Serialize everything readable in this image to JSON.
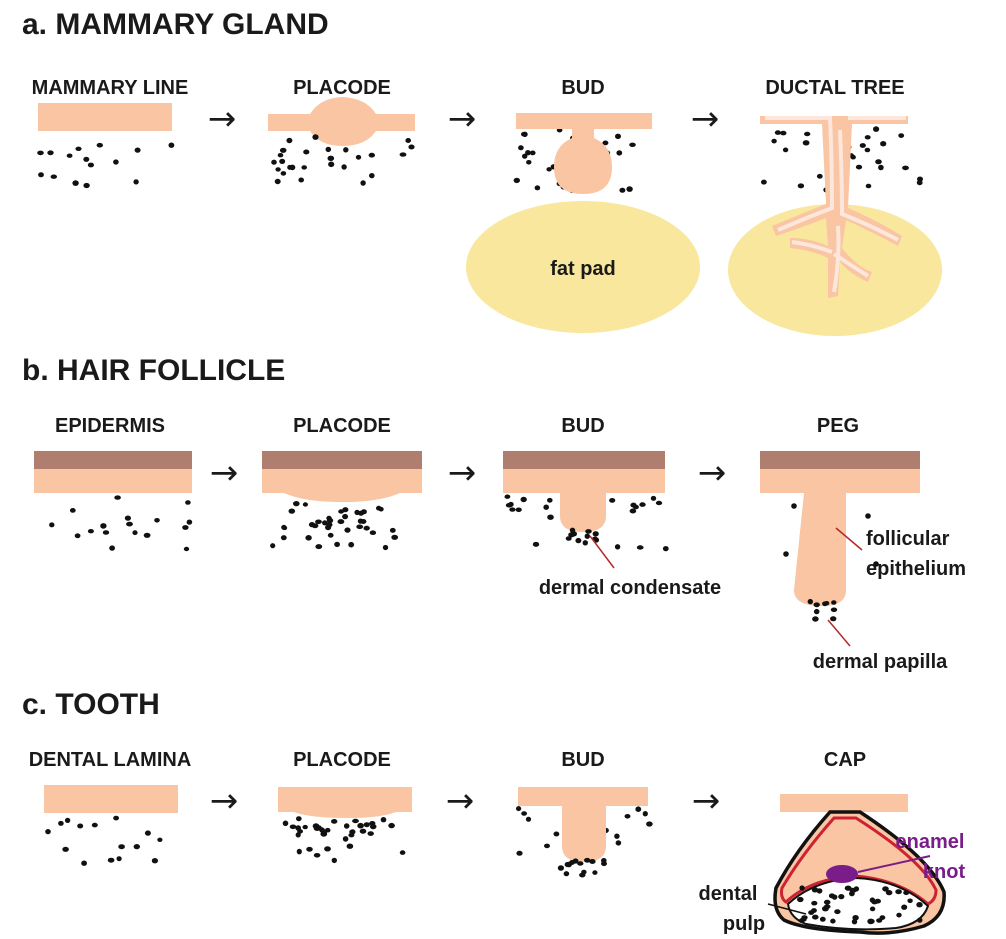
{
  "colors": {
    "epithelium": "#f9c5a2",
    "stroma_dark": "#b07e6e",
    "fat_pad": "#f8e79d",
    "cell": "#111111",
    "leader_line": "#b32a2a",
    "enamel_knot": "#7a1d8a",
    "cap_outline": "#cc2233",
    "ductal_inner": "#fde6dc"
  },
  "sections": {
    "mammary": {
      "title": "a. MAMMARY GLAND",
      "stages": [
        "MAMMARY LINE",
        "PLACODE",
        "BUD",
        "DUCTAL TREE"
      ],
      "fat_pad_label": "fat pad"
    },
    "hair": {
      "title": "b. HAIR FOLLICLE",
      "stages": [
        "EPIDERMIS",
        "PLACODE",
        "BUD",
        "PEG"
      ],
      "labels": {
        "dermal_condensate": "dermal condensate",
        "follicular_1": "follicular",
        "follicular_2": "epithelium",
        "dermal_papilla": "dermal papilla"
      }
    },
    "tooth": {
      "title": "c. TOOTH",
      "stages": [
        "DENTAL LAMINA",
        "PLACODE",
        "BUD",
        "CAP"
      ],
      "labels": {
        "enamel_1": "enamel",
        "enamel_2": "knot",
        "pulp_1": "dental",
        "pulp_2": "pulp"
      }
    }
  },
  "arrow_glyph": "→"
}
